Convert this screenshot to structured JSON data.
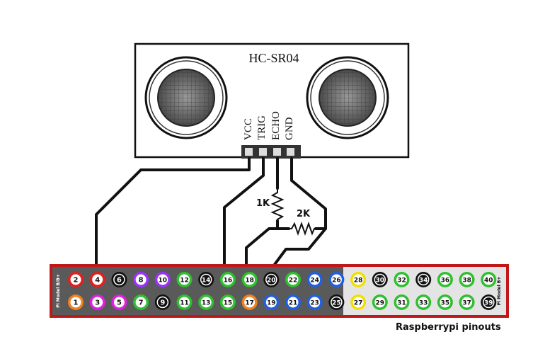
{
  "sensor": {
    "title": "HC-SR04",
    "pins": [
      "VCC",
      "TRIG",
      "ECHO",
      "GND"
    ]
  },
  "resistors": [
    {
      "label": "1K"
    },
    {
      "label": "2K"
    }
  ],
  "header": {
    "side_label_left": "Pi Model B/B+",
    "side_label_right": "Pi Model B+",
    "caption": "Raspberrypi pinouts",
    "top_row": [
      {
        "num": "2",
        "color": "#e02020"
      },
      {
        "num": "4",
        "color": "#e02020"
      },
      {
        "num": "6",
        "color": "#111111"
      },
      {
        "num": "8",
        "color": "#9b30ff"
      },
      {
        "num": "10",
        "color": "#9b30ff"
      },
      {
        "num": "12",
        "color": "#2fbf2f"
      },
      {
        "num": "14",
        "color": "#111111"
      },
      {
        "num": "16",
        "color": "#2fbf2f"
      },
      {
        "num": "18",
        "color": "#2fbf2f"
      },
      {
        "num": "20",
        "color": "#111111"
      },
      {
        "num": "22",
        "color": "#2fbf2f"
      },
      {
        "num": "24",
        "color": "#2060e0"
      },
      {
        "num": "26",
        "color": "#2060e0"
      },
      {
        "num": "28",
        "color": "#f0e000"
      },
      {
        "num": "30",
        "color": "#111111"
      },
      {
        "num": "32",
        "color": "#2fbf2f"
      },
      {
        "num": "34",
        "color": "#111111"
      },
      {
        "num": "36",
        "color": "#2fbf2f"
      },
      {
        "num": "38",
        "color": "#2fbf2f"
      },
      {
        "num": "40",
        "color": "#2fbf2f"
      }
    ],
    "bottom_row": [
      {
        "num": "1",
        "color": "#f08020"
      },
      {
        "num": "3",
        "color": "#e020e0"
      },
      {
        "num": "5",
        "color": "#e020e0"
      },
      {
        "num": "7",
        "color": "#2fbf2f"
      },
      {
        "num": "9",
        "color": "#111111"
      },
      {
        "num": "11",
        "color": "#2fbf2f"
      },
      {
        "num": "13",
        "color": "#2fbf2f"
      },
      {
        "num": "15",
        "color": "#2fbf2f"
      },
      {
        "num": "17",
        "color": "#f08020"
      },
      {
        "num": "19",
        "color": "#2060e0"
      },
      {
        "num": "21",
        "color": "#2060e0"
      },
      {
        "num": "23",
        "color": "#2060e0"
      },
      {
        "num": "25",
        "color": "#111111"
      },
      {
        "num": "27",
        "color": "#f0e000"
      },
      {
        "num": "29",
        "color": "#2fbf2f"
      },
      {
        "num": "31",
        "color": "#2fbf2f"
      },
      {
        "num": "33",
        "color": "#2fbf2f"
      },
      {
        "num": "35",
        "color": "#2fbf2f"
      },
      {
        "num": "37",
        "color": "#2fbf2f"
      },
      {
        "num": "39",
        "color": "#111111"
      }
    ]
  },
  "colors": {
    "board_border": "#c01818",
    "board_fill_left": "#5a5a5a",
    "board_fill_right": "#e4e4e4",
    "wire": "#111111"
  }
}
